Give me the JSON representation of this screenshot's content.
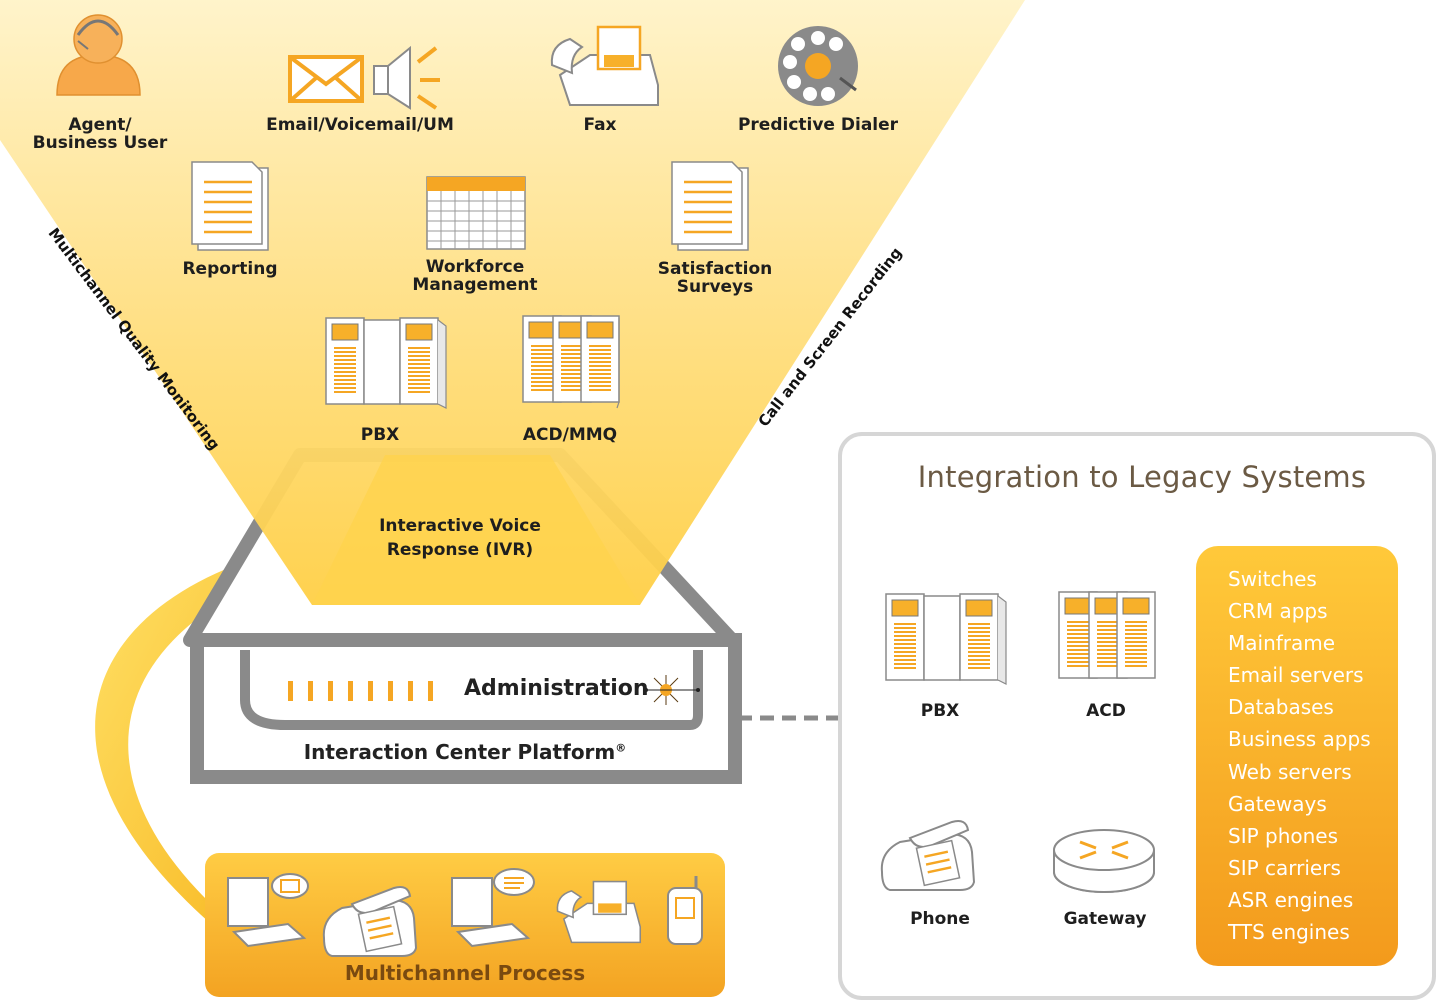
{
  "top_section": {
    "agent_label": "Agent/\nBusiness User",
    "email_label": "Email/Voicemail/UM",
    "fax_label": "Fax",
    "dialer_label": "Predictive Dialer",
    "reporting_label": "Reporting",
    "workforce_label": "Workforce\nManagement",
    "surveys_label": "Satisfaction\nSurveys",
    "pbx_label": "PBX",
    "acd_mmq_label": "ACD/MMQ",
    "ivr_label": "Interactive Voice\nResponse (IVR)"
  },
  "side_labels": {
    "left": "Multichannel Quality Monitoring",
    "right": "Call and Screen Recording"
  },
  "platform": {
    "admin_label": "Administration",
    "name": "Interaction Center Platform",
    "mark": "®"
  },
  "multichannel": {
    "label": "Multichannel Process"
  },
  "legacy": {
    "title": "Integration to Legacy Systems",
    "pbx_label": "PBX",
    "acd_label": "ACD",
    "phone_label": "Phone",
    "gateway_label": "Gateway",
    "systems": [
      "Switches",
      "CRM apps",
      "Mainframe",
      "Email servers",
      "Databases",
      "Business apps",
      "Web servers",
      "Gateways",
      "SIP phones",
      "SIP carriers",
      "ASR engines",
      "TTS engines"
    ]
  },
  "colors": {
    "orange": "#f5a623",
    "orange_dark": "#e8890c",
    "yellow": "#ffd24a",
    "gray": "#8a8a8a"
  }
}
